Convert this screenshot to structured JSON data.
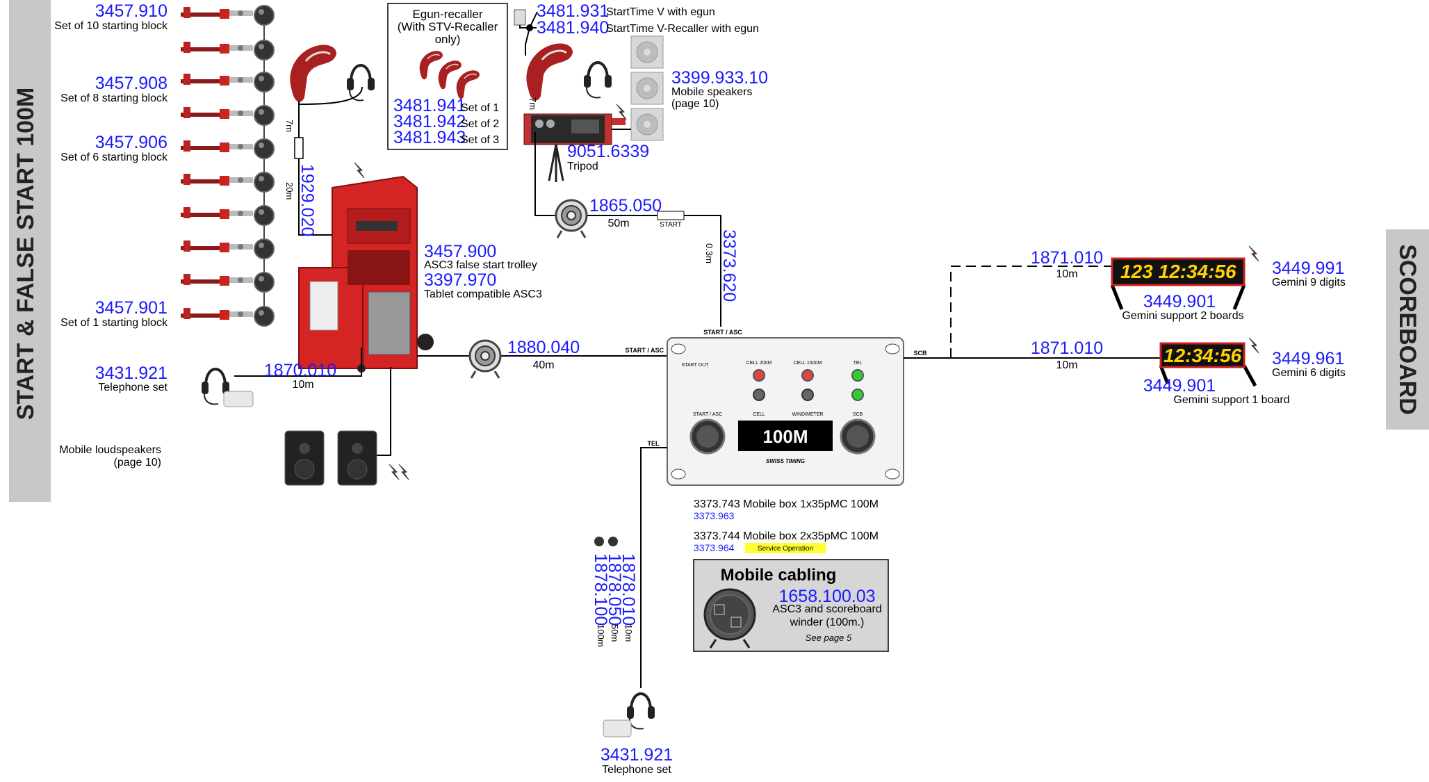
{
  "title_left": "START & FALSE START 100M",
  "title_right": "SCOREBOARD",
  "starting_blocks": [
    {
      "code": "3457.910",
      "label": "Set of 10 starting block"
    },
    {
      "code": "3457.908",
      "label": "Set of 8 starting block"
    },
    {
      "code": "3457.906",
      "label": "Set of 6 starting block"
    },
    {
      "code": "3457.901",
      "label": "Set of 1 starting block"
    }
  ],
  "egun_box": {
    "title": "Egun-recaller (With STV-Recaller only)",
    "items": [
      {
        "code": "3481.941",
        "label": "Set of 1"
      },
      {
        "code": "3481.942",
        "label": "Set of 2"
      },
      {
        "code": "3481.943",
        "label": "Set of 3"
      }
    ]
  },
  "start_time": [
    {
      "code": "3481.931",
      "label": "StartTime V with egun"
    },
    {
      "code": "3481.940",
      "label": "StartTime V-Recaller with egun"
    }
  ],
  "speakers_top": {
    "code": "3399.933.10",
    "label1": "Mobile speakers",
    "label2": "(page 10)"
  },
  "tripod": {
    "code": "9051.6339",
    "label": "Tripod"
  },
  "winder_top": {
    "code": "1865.050",
    "length": "50m",
    "tag": "START"
  },
  "cable_vertical_top": {
    "code": "3373.620",
    "length": "0.3m"
  },
  "cable_left_egun": {
    "code": "1929.020",
    "length": "20m",
    "short": "7m"
  },
  "cable_right_egun_short": "7m",
  "trolley": {
    "code": "3457.900",
    "label": "ASC3 false start trolley",
    "code2": "3397.970",
    "label2": "Tablet compatible ASC3"
  },
  "winder_mid": {
    "code": "1880.040",
    "length": "40m"
  },
  "telephone_left": {
    "code": "3431.921",
    "label": "Telephone set",
    "cable": "1870.010",
    "cable_len": "10m"
  },
  "loudspeakers": {
    "label1": "Mobile loudspeakers",
    "label2": "(page 10)"
  },
  "mobile_box": {
    "display": "100M",
    "connector_labels": [
      "START / ASC",
      "START / ASC",
      "SCB",
      "TEL"
    ],
    "panel_labels": [
      "START OUT",
      "CELL 200M",
      "CELL 1500M",
      "TEL",
      "START / ASC",
      "CELL",
      "WIND/METER",
      "SCB"
    ],
    "brand": "SWISS TIMING",
    "line1": "3373.743 Mobile box 1x35pMC 100M",
    "line1_sub": "3373.963",
    "line2": "3373.744 Mobile box 2x35pMC 100M",
    "line2_sub": "3373.964",
    "service": "Service Operation"
  },
  "mobile_cabling": {
    "title": "Mobile cabling",
    "code": "1658.100.03",
    "label1": "ASC3 and scoreboard",
    "label2": "winder (100m.)",
    "note": "See page 5"
  },
  "tel_cables": [
    {
      "code": "1878.010",
      "length": "10m"
    },
    {
      "code": "1878.050",
      "length": "50m"
    },
    {
      "code": "1878.100",
      "length": "100m"
    }
  ],
  "telephone_bottom": {
    "code": "3431.921",
    "label": "Telephone set"
  },
  "scoreboard_9": {
    "cable": "1871.010",
    "cable_len": "10m",
    "display": "123  12:34:56",
    "code": "3449.991",
    "label": "Gemini 9 digits",
    "support": "3449.901",
    "support_label": "Gemini support 2 boards"
  },
  "scoreboard_6": {
    "cable": "1871.010",
    "cable_len": "10m",
    "display": "12:34:56",
    "code": "3449.961",
    "label": "Gemini 6 digits",
    "support": "3449.901",
    "support_label": "Gemini support 1 board"
  },
  "colors": {
    "blue": "#1a1aff",
    "red": "#cc1f1f",
    "dark_red": "#8b1414",
    "gray_band": "#c8c8c8",
    "yellow": "#ffff33",
    "digit_yellow": "#ffd200"
  }
}
